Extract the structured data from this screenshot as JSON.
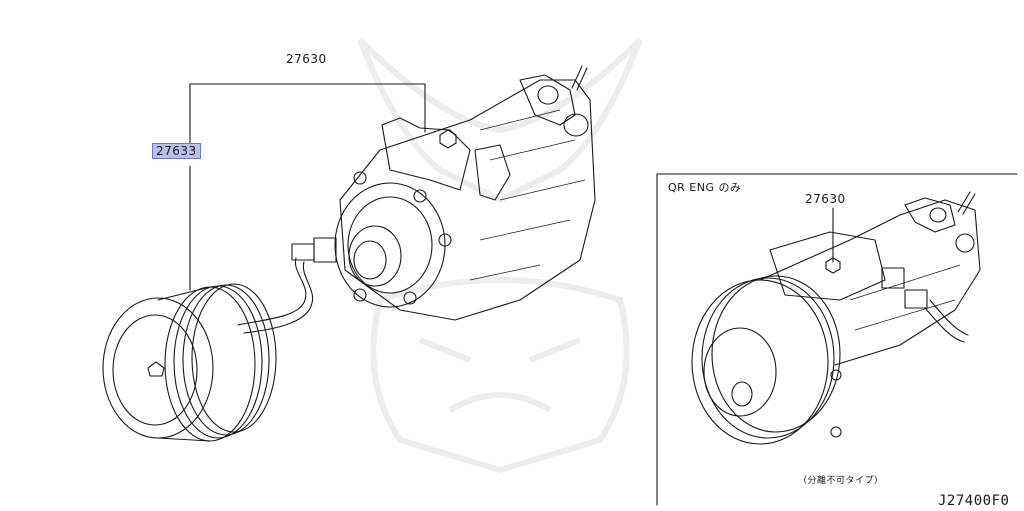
{
  "diagram": {
    "callouts": {
      "main_compressor": "27630",
      "clutch_pulley": "27633",
      "inset_compressor": "27630"
    },
    "inset": {
      "title": "QR ENG のみ",
      "note": "（分離不可タイプ）"
    },
    "figure_code": "J27400F0"
  }
}
